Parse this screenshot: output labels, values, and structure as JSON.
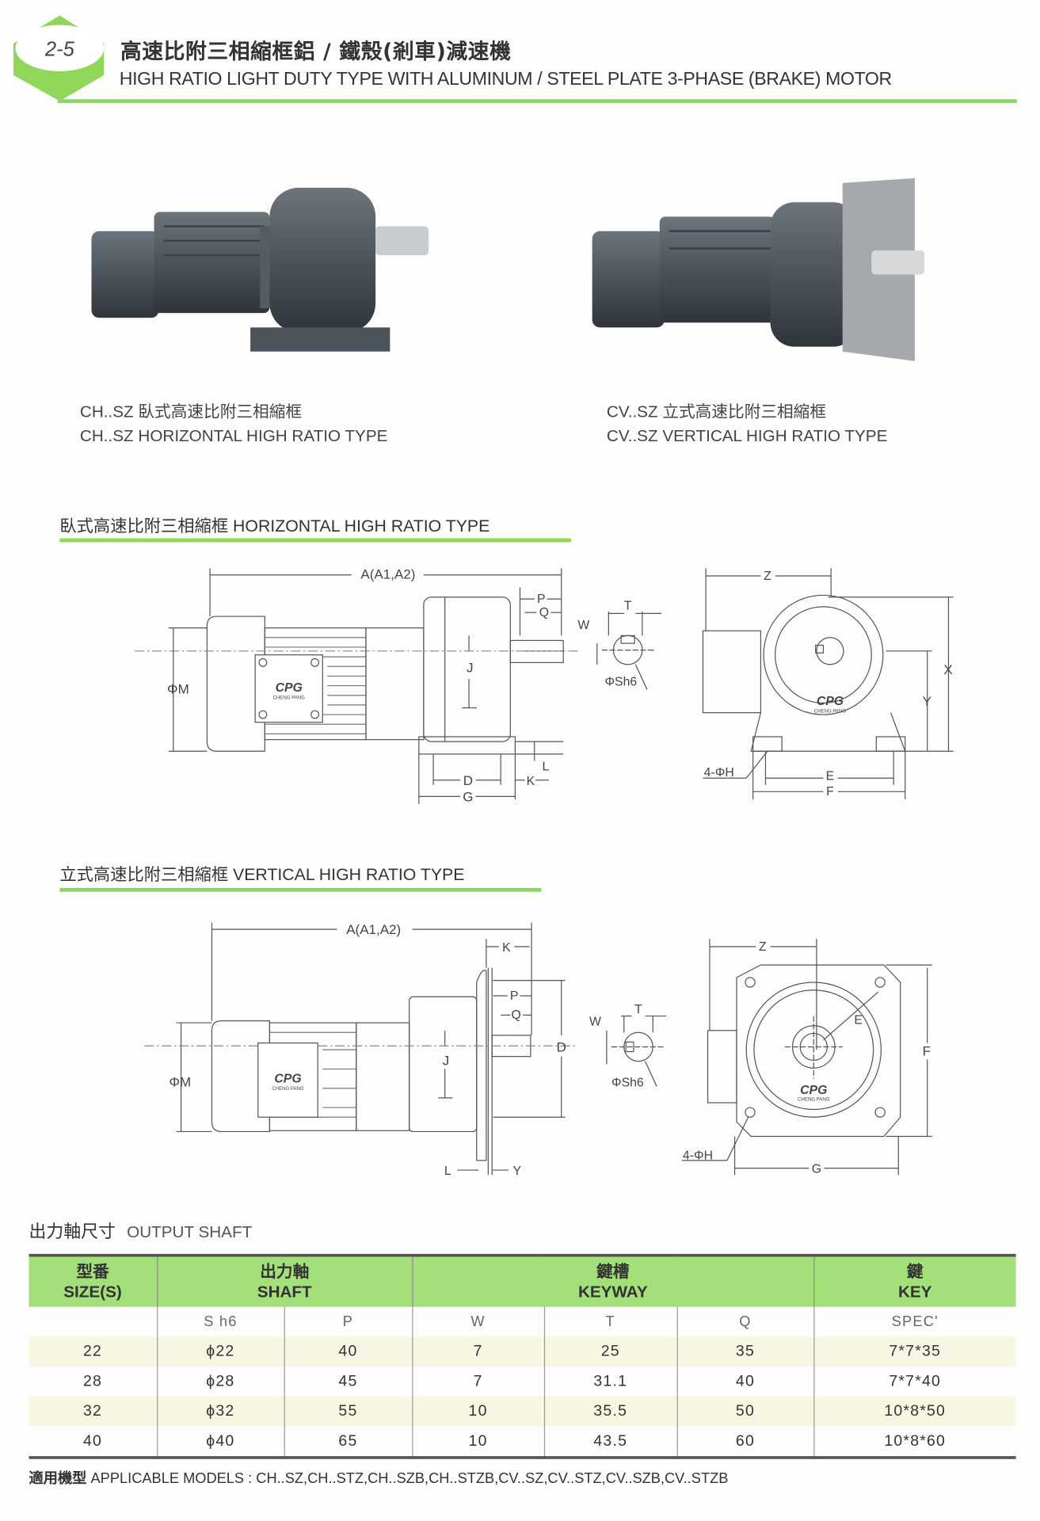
{
  "header": {
    "section_number": "2-5",
    "title_cn": "高速比附三相縮框鋁 / 鐵殼(剎車)減速機",
    "title_en": "HIGH RATIO LIGHT DUTY TYPE WITH ALUMINUM / STEEL PLATE 3-PHASE (BRAKE) MOTOR",
    "accent_color": "#8fd65a"
  },
  "products": [
    {
      "caption_cn": "CH..SZ 臥式高速比附三相縮框",
      "caption_en": "CH..SZ HORIZONTAL HIGH RATIO TYPE"
    },
    {
      "caption_cn": "CV..SZ 立式高速比附三相縮框",
      "caption_en": "CV..SZ VERTICAL HIGH RATIO TYPE"
    }
  ],
  "horizontal": {
    "title": "臥式高速比附三相縮框 HORIZONTAL HIGH RATIO TYPE",
    "labels": {
      "A": "A(A1,A2)",
      "P": "P",
      "Q": "Q",
      "M": "ΦM",
      "J": "J",
      "D": "D",
      "G": "G",
      "K": "K",
      "L": "L",
      "W": "W",
      "T": "T",
      "Sh6": "ΦSh6",
      "Z": "Z",
      "X": "X",
      "Y": "Y",
      "E": "E",
      "F": "F",
      "H": "4-ΦH",
      "logo": "CPG",
      "logo_sub": "CHENG PANG"
    }
  },
  "vertical": {
    "title": "立式高速比附三相縮框 VERTICAL HIGH RATIO TYPE",
    "labels": {
      "A": "A(A1,A2)",
      "K": "K",
      "P": "P",
      "Q": "Q",
      "D": "D",
      "M": "ΦM",
      "J": "J",
      "L": "L",
      "Y": "Y",
      "W": "W",
      "T": "T",
      "Sh6": "ΦSh6",
      "Z": "Z",
      "E": "E",
      "F": "F",
      "G": "G",
      "H": "4-ΦH",
      "logo": "CPG",
      "logo_sub": "CHENG PANG"
    }
  },
  "output_shaft": {
    "title_cn": "出力軸尺寸",
    "title_en": "OUTPUT SHAFT",
    "groups": [
      {
        "cn": "型番",
        "en": "SIZE(S)"
      },
      {
        "cn": "出力軸",
        "en": "SHAFT"
      },
      {
        "cn": "鍵槽",
        "en": "KEYWAY"
      },
      {
        "cn": "鍵",
        "en": "KEY"
      }
    ],
    "subheaders": [
      "",
      "S h6",
      "P",
      "W",
      "T",
      "Q",
      "SPEC'"
    ],
    "rows": [
      [
        "22",
        "ϕ22",
        "40",
        "7",
        "25",
        "35",
        "7*7*35"
      ],
      [
        "28",
        "ϕ28",
        "45",
        "7",
        "31.1",
        "40",
        "7*7*40"
      ],
      [
        "32",
        "ϕ32",
        "55",
        "10",
        "35.5",
        "50",
        "10*8*50"
      ],
      [
        "40",
        "ϕ40",
        "65",
        "10",
        "43.5",
        "60",
        "10*8*60"
      ]
    ]
  },
  "footer": {
    "label_cn": "適用機型",
    "text": "APPLICABLE MODELS : CH..SZ,CH..STZ,CH..SZB,CH..STZB,CV..SZ,CV..STZ,CV..SZB,CV..STZB"
  }
}
